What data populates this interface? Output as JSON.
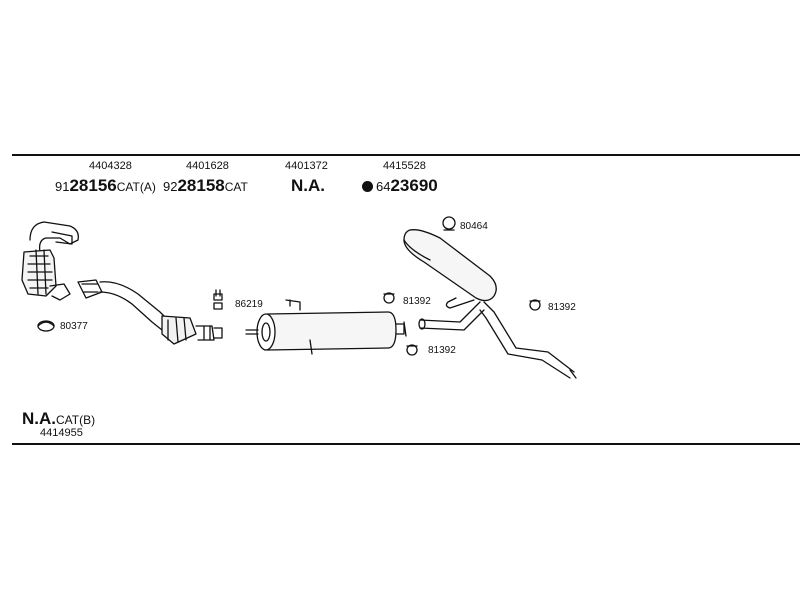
{
  "top_parts": [
    {
      "number": "4404328",
      "prefix": "91",
      "code": "28156",
      "suffix": "CAT(A)"
    },
    {
      "number": "4401628",
      "prefix": "92",
      "code": "28158",
      "suffix": "CAT"
    },
    {
      "number": "4401372",
      "code": "N.A."
    },
    {
      "number": "4415528",
      "prefix": "64",
      "code": "23690",
      "marker": "filled-dot-icon"
    }
  ],
  "bottom_part": {
    "code": "N.A.",
    "suffix": "CAT(B)",
    "number": "4414955"
  },
  "fittings": [
    {
      "id": "80377",
      "icon": "gasket-ring-icon"
    },
    {
      "id": "86219",
      "icon": "clamp-icon"
    },
    {
      "id": "80464",
      "icon": "rubber-hanger-icon"
    },
    {
      "id": "81392",
      "icon": "rubber-mount-icon"
    },
    {
      "id": "81392",
      "icon": "rubber-mount-icon"
    },
    {
      "id": "81392",
      "icon": "rubber-mount-icon"
    }
  ]
}
